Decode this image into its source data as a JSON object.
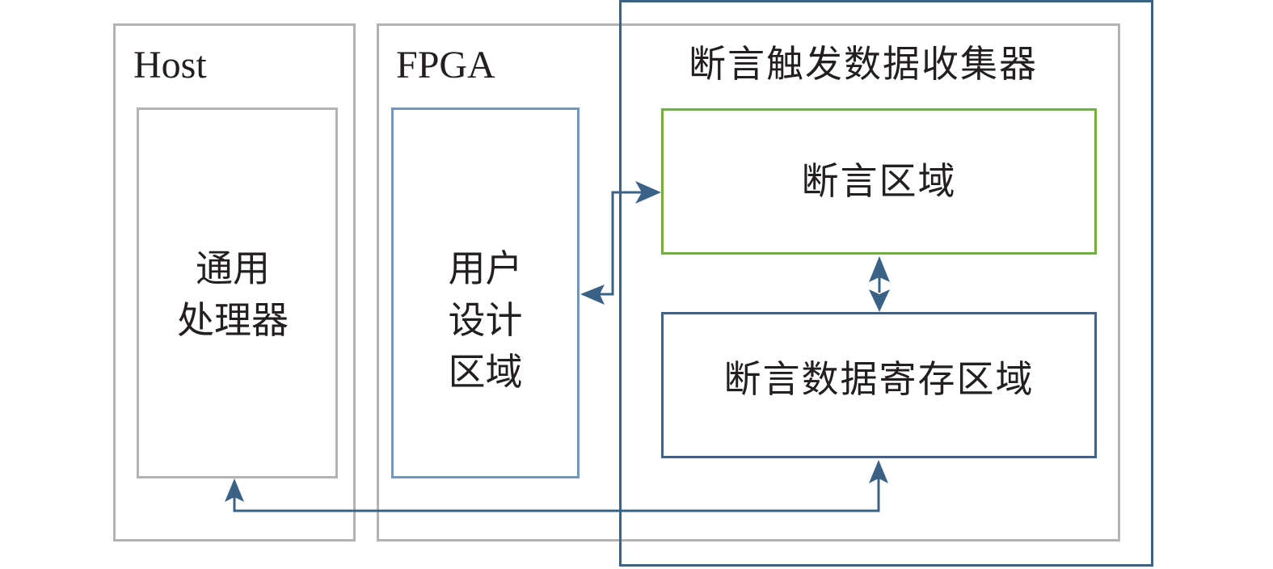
{
  "diagram": {
    "host": {
      "title": "Host",
      "processor_lines": [
        "通用",
        "处理器"
      ]
    },
    "fpga": {
      "title": "FPGA",
      "user_design_lines": [
        "用户",
        "设计",
        "区域"
      ]
    },
    "collector": {
      "title": "断言触发数据收集器",
      "assertion_region": "断言区域",
      "assertion_storage_region": "断言数据寄存区域"
    },
    "connections": [
      {
        "from": "用户设计区域",
        "to": "断言区域",
        "direction": "bidirectional"
      },
      {
        "from": "断言区域",
        "to": "断言数据寄存区域",
        "direction": "bidirectional"
      },
      {
        "from": "通用处理器",
        "to": "断言数据寄存区域",
        "direction": "bidirectional"
      }
    ],
    "colors": {
      "container_border": "#b3b3b3",
      "user_design_border": "#6e97c1",
      "assertion_region_border": "#70ad47",
      "storage_region_border": "#3e6389",
      "collector_border": "#3b6386",
      "arrow": "#3a6186",
      "text": "#231f20"
    }
  }
}
